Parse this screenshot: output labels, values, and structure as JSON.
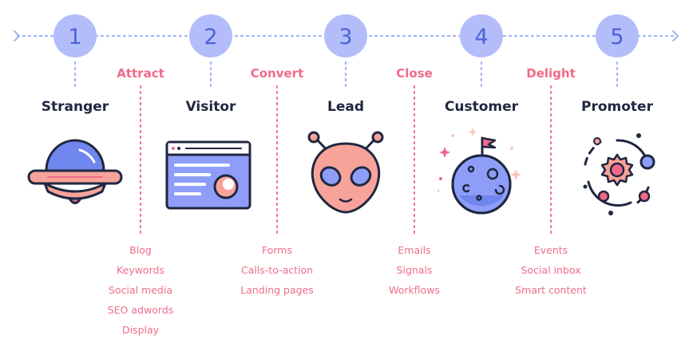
{
  "colors": {
    "dots": "#a5b2f5",
    "circle": "#b3bdfa",
    "number": "#4a63d8",
    "pink": "#f06a88",
    "dark": "#1f2740",
    "blue": "#8e9ef8",
    "salmon": "#f8a39a"
  },
  "stages": [
    {
      "number": "1",
      "name": "Stranger",
      "icon": "ufo-icon"
    },
    {
      "number": "2",
      "name": "Visitor",
      "icon": "browser-window-icon"
    },
    {
      "number": "3",
      "name": "Lead",
      "icon": "alien-head-icon"
    },
    {
      "number": "4",
      "name": "Customer",
      "icon": "planet-flag-icon"
    },
    {
      "number": "5",
      "name": "Promoter",
      "icon": "solar-system-icon"
    }
  ],
  "transitions": [
    {
      "name": "Attract",
      "tactics": [
        "Blog",
        "Keywords",
        "Social media",
        "SEO adwords",
        "Display"
      ]
    },
    {
      "name": "Convert",
      "tactics": [
        "Forms",
        "Calls-to-action",
        "Landing pages"
      ]
    },
    {
      "name": "Close",
      "tactics": [
        "Emails",
        "Signals",
        "Workflows"
      ]
    },
    {
      "name": "Delight",
      "tactics": [
        "Events",
        "Social inbox",
        "Smart content"
      ]
    }
  ]
}
